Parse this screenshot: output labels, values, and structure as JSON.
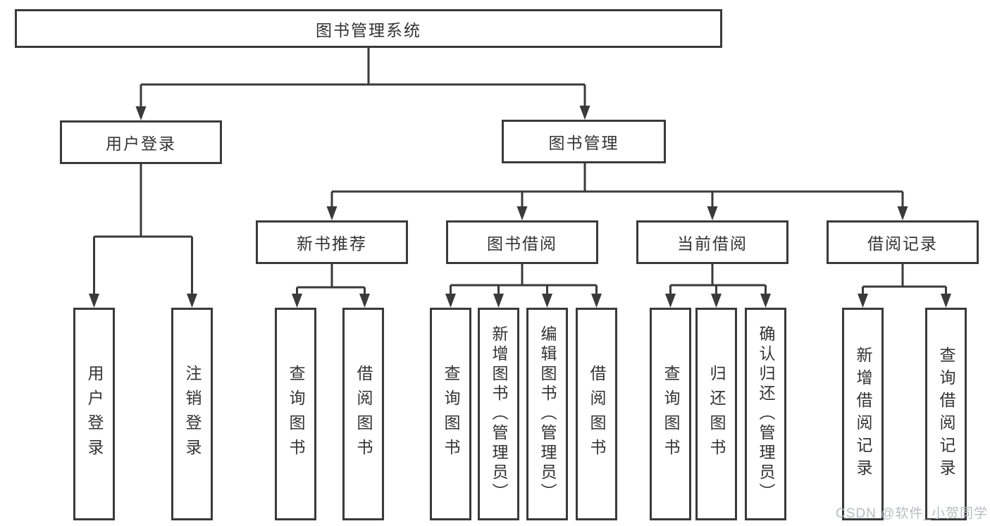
{
  "diagram": {
    "root_label": "图书管理系统",
    "level2": [
      "用户登录",
      "图书管理"
    ],
    "level3": [
      "新书推荐",
      "图书借阅",
      "当前借阅",
      "借阅记录"
    ],
    "leaves_user_login": [
      "用户登录",
      "注销登录"
    ],
    "leaves_new_books": [
      "查询图书",
      "借阅图书"
    ],
    "leaves_book_borrowing": [
      "查询图书",
      "新增图书（管理员）",
      "编辑图书（管理员）",
      "借阅图书"
    ],
    "leaves_current_borrowing": [
      "查询图书",
      "归还图书",
      "确认归还（管理员）"
    ],
    "leaves_borrow_records": [
      "新增借阅记录",
      "查询借阅记录"
    ]
  },
  "watermark": {
    "text": "CSDN @软件_小贺同学"
  },
  "colors": {
    "line": "#3a3a3a",
    "text": "#333333",
    "background": "#ffffff",
    "watermark": "#b5b9bf"
  }
}
